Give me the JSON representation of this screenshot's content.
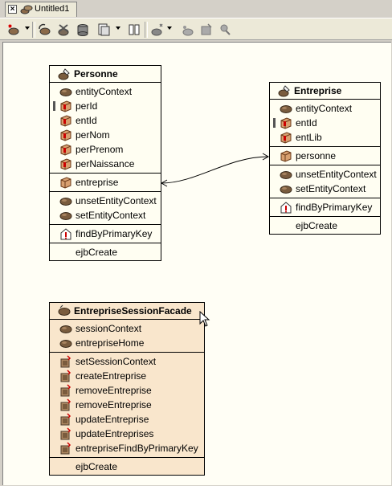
{
  "tab": {
    "label": "Untitled1"
  },
  "toolbar": {
    "icons": [
      "bean-new-icon",
      "refresh-bean-icon",
      "tools-icon",
      "database-icon",
      "document-icon",
      "columns-icon",
      "wizard-icon",
      "bean-gray-icon",
      "package-gray-icon",
      "key-gray-icon"
    ]
  },
  "personne": {
    "title": "Personne",
    "fields": [
      "entityContext",
      "perId",
      "entId",
      "perNom",
      "perPrenom",
      "perNaissance"
    ],
    "relations": [
      "entreprise"
    ],
    "methods": [
      "unsetEntityContext",
      "setEntityContext"
    ],
    "finders": [
      "findByPrimaryKey"
    ],
    "creates": [
      "ejbCreate"
    ]
  },
  "entreprise": {
    "title": "Entreprise",
    "fields": [
      "entityContext",
      "entId",
      "entLib"
    ],
    "relations": [
      "personne"
    ],
    "methods": [
      "unsetEntityContext",
      "setEntityContext"
    ],
    "finders": [
      "findByPrimaryKey"
    ],
    "creates": [
      "ejbCreate"
    ]
  },
  "facade": {
    "title": "EntrepriseSessionFacade",
    "fields": [
      "sessionContext",
      "entrepriseHome"
    ],
    "methods": [
      "setSessionContext",
      "createEntreprise",
      "removeEntreprise",
      "removeEntreprise",
      "updateEntreprise",
      "updateEntreprises",
      "entrepriseFindByPrimaryKey"
    ],
    "creates": [
      "ejbCreate"
    ]
  },
  "colors": {
    "entity_bg": "#fffef2",
    "session_bg": "#f9e6cc",
    "canvas_bg": "#fffef5"
  }
}
